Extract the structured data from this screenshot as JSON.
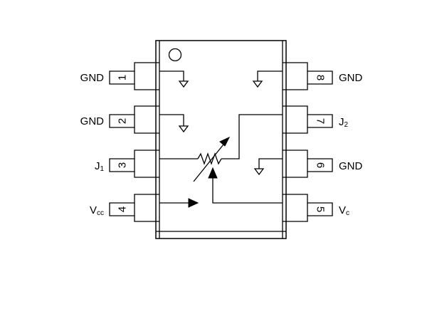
{
  "pins": [
    {
      "num": "1",
      "label": "GND",
      "sub": ""
    },
    {
      "num": "2",
      "label": "GND",
      "sub": ""
    },
    {
      "num": "3",
      "label": "J",
      "sub": "1"
    },
    {
      "num": "4",
      "label": "V",
      "sub": "cc"
    },
    {
      "num": "5",
      "label": "V",
      "sub": "c"
    },
    {
      "num": "6",
      "label": "GND",
      "sub": ""
    },
    {
      "num": "7",
      "label": "J",
      "sub": "2"
    },
    {
      "num": "8",
      "label": "GND",
      "sub": ""
    }
  ]
}
